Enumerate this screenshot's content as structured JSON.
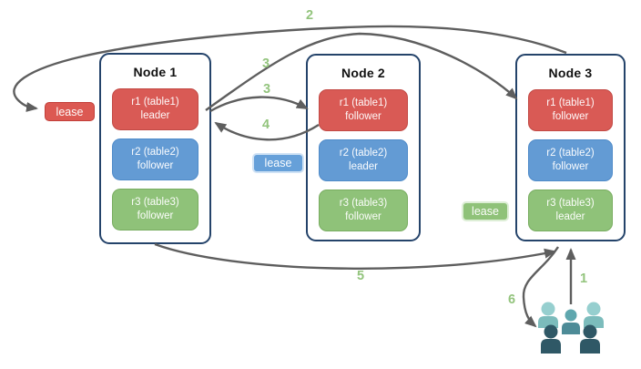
{
  "diagram": {
    "title": "table replica leaseholder diagram",
    "nodes": [
      {
        "title": "Node 1",
        "replicas": [
          {
            "name": "r1 (table1)",
            "role": "leader",
            "color": "red"
          },
          {
            "name": "r2 (table2)",
            "role": "follower",
            "color": "blue"
          },
          {
            "name": "r3 (table3)",
            "role": "follower",
            "color": "green"
          }
        ]
      },
      {
        "title": "Node 2",
        "replicas": [
          {
            "name": "r1 (table1)",
            "role": "follower",
            "color": "red"
          },
          {
            "name": "r2 (table2)",
            "role": "leader",
            "color": "blue"
          },
          {
            "name": "r3 (table3)",
            "role": "follower",
            "color": "green"
          }
        ]
      },
      {
        "title": "Node 3",
        "replicas": [
          {
            "name": "r1 (table1)",
            "role": "follower",
            "color": "red"
          },
          {
            "name": "r2 (table2)",
            "role": "follower",
            "color": "blue"
          },
          {
            "name": "r3 (table3)",
            "role": "leader",
            "color": "green"
          }
        ]
      }
    ],
    "leases": [
      {
        "label": "lease",
        "color": "red"
      },
      {
        "label": "lease",
        "color": "blue"
      },
      {
        "label": "lease",
        "color": "green"
      }
    ],
    "step_labels": [
      {
        "label": "2"
      },
      {
        "label": "3"
      },
      {
        "label": "3"
      },
      {
        "label": "4"
      },
      {
        "label": "5"
      },
      {
        "label": "6"
      },
      {
        "label": "1"
      }
    ],
    "icons": {
      "users": "users-icon"
    }
  },
  "colors": {
    "leader_red": "#d95a55",
    "follower_blue": "#639bd4",
    "replica_green": "#8fc279",
    "node_border": "#24436a",
    "arrow_gray": "#5e5e5e",
    "step_label_green": "#93c47d",
    "users_light_teal": "#96cfcf",
    "users_mid_teal": "#5fa7ae",
    "users_dark_slate": "#2f5866"
  }
}
